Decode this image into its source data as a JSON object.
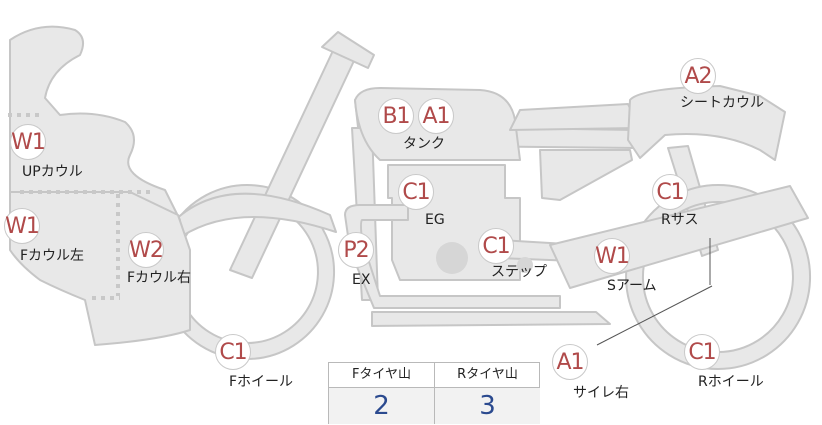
{
  "parts": [
    {
      "id": "up-cowl",
      "grade": "W1",
      "label": "UPカウル"
    },
    {
      "id": "f-cowl-left",
      "grade": "W1",
      "label": "Fカウル左"
    },
    {
      "id": "f-cowl-right",
      "grade": "W2",
      "label": "Fカウル右"
    },
    {
      "id": "f-wheel",
      "grade": "C1",
      "label": "Fホイール"
    },
    {
      "id": "tank",
      "grade_1": "B1",
      "grade_2": "A1",
      "label": "タンク"
    },
    {
      "id": "engine",
      "grade": "C1",
      "label": "EG"
    },
    {
      "id": "exhaust",
      "grade": "P2",
      "label": "EX"
    },
    {
      "id": "step",
      "grade": "C1",
      "label": "ステップ"
    },
    {
      "id": "seat-cowl",
      "grade": "A2",
      "label": "シートカウル"
    },
    {
      "id": "r-suspension",
      "grade": "C1",
      "label": "Rサス"
    },
    {
      "id": "swing-arm",
      "grade": "W1",
      "label": "Sアーム"
    },
    {
      "id": "silencer-right",
      "grade": "A1",
      "label": "サイレ右"
    },
    {
      "id": "r-wheel",
      "grade": "C1",
      "label": "Rホイール"
    }
  ],
  "tread_table": {
    "headers": [
      "Fタイヤ山",
      "Rタイヤ山"
    ],
    "values": [
      "2",
      "3"
    ]
  },
  "colors": {
    "body_fill": "#e8e8e8",
    "body_stroke": "#c6c6c6",
    "grade_text": "#b04a4a",
    "tread_value": "#2b4a8f"
  }
}
